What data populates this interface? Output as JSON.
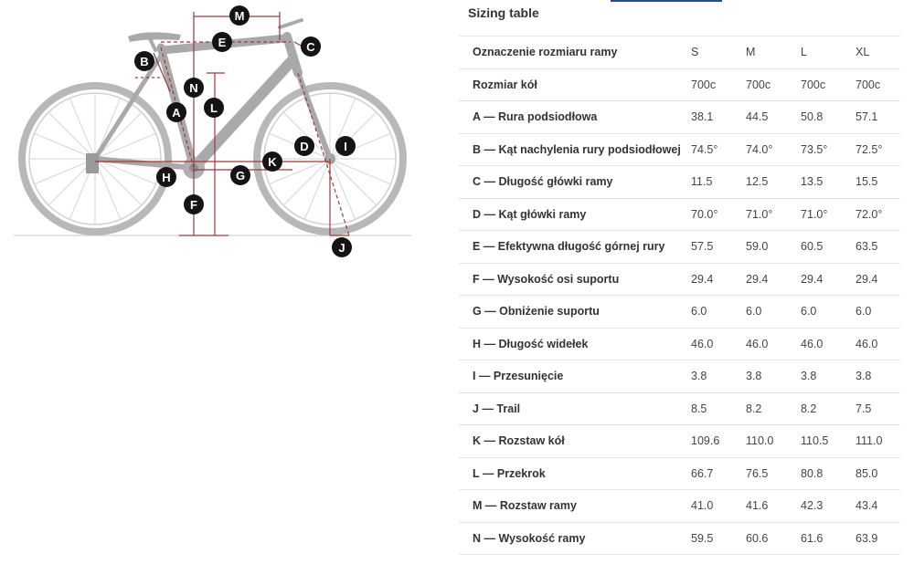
{
  "title": "Sizing table",
  "columns": [
    "Oznaczenie rozmiaru ramy",
    "S",
    "M",
    "L",
    "XL"
  ],
  "rows": [
    {
      "label": "Rozmiar kół",
      "values": [
        "700c",
        "700c",
        "700c",
        "700c"
      ]
    },
    {
      "label": "A — Rura podsiodłowa",
      "values": [
        "38.1",
        "44.5",
        "50.8",
        "57.1"
      ]
    },
    {
      "label": "B — Kąt nachylenia rury podsiodłowej",
      "values": [
        "74.5°",
        "74.0°",
        "73.5°",
        "72.5°"
      ]
    },
    {
      "label": "C — Długość główki ramy",
      "values": [
        "11.5",
        "12.5",
        "13.5",
        "15.5"
      ]
    },
    {
      "label": "D — Kąt główki ramy",
      "values": [
        "70.0°",
        "71.0°",
        "71.0°",
        "72.0°"
      ]
    },
    {
      "label": "E — Efektywna długość górnej rury",
      "values": [
        "57.5",
        "59.0",
        "60.5",
        "63.5"
      ]
    },
    {
      "label": "F — Wysokość osi suportu",
      "values": [
        "29.4",
        "29.4",
        "29.4",
        "29.4"
      ]
    },
    {
      "label": "G — Obniżenie suportu",
      "values": [
        "6.0",
        "6.0",
        "6.0",
        "6.0"
      ]
    },
    {
      "label": "H — Długość widełek",
      "values": [
        "46.0",
        "46.0",
        "46.0",
        "46.0"
      ]
    },
    {
      "label": "I — Przesunięcie",
      "values": [
        "3.8",
        "3.8",
        "3.8",
        "3.8"
      ]
    },
    {
      "label": "J — Trail",
      "values": [
        "8.5",
        "8.2",
        "8.2",
        "7.5"
      ]
    },
    {
      "label": "K — Rozstaw kół",
      "values": [
        "109.6",
        "110.0",
        "110.5",
        "111.0"
      ]
    },
    {
      "label": "L — Przekrok",
      "values": [
        "66.7",
        "76.5",
        "80.8",
        "85.0"
      ]
    },
    {
      "label": "M — Rozstaw ramy",
      "values": [
        "41.0",
        "41.6",
        "42.3",
        "43.4"
      ]
    },
    {
      "label": "N — Wysokość ramy",
      "values": [
        "59.5",
        "60.6",
        "61.6",
        "63.9"
      ]
    }
  ],
  "diagram": {
    "markers": [
      "M",
      "E",
      "C",
      "B",
      "N",
      "A",
      "L",
      "D",
      "I",
      "K",
      "H",
      "G",
      "F",
      "J"
    ],
    "frame_color": "#a9a9a9",
    "dimension_color": "#9b3b3b",
    "marker_color": "#141414"
  }
}
